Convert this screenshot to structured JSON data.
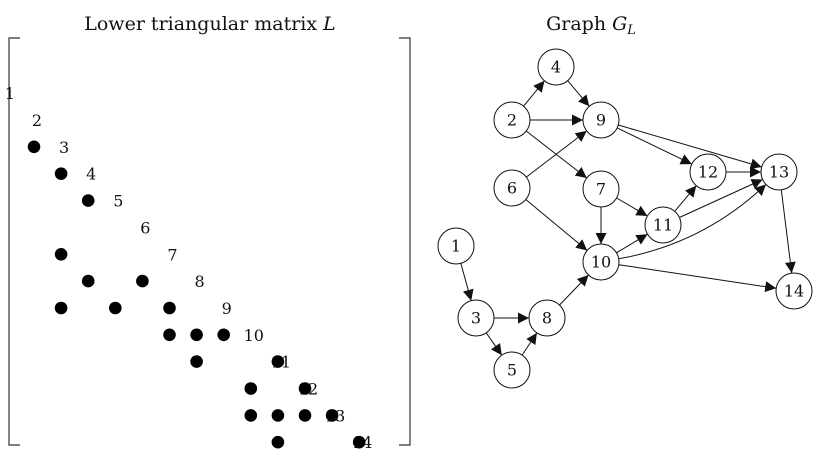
{
  "matrix_panel": {
    "title_prefix": "Lower triangular matrix ",
    "title_var": "L",
    "diagonal_labels": [
      "1",
      "2",
      "3",
      "4",
      "5",
      "6",
      "7",
      "8",
      "9",
      "10",
      "11",
      "12",
      "13",
      "14"
    ],
    "nonzeros": [
      {
        "row": 2,
        "col": 1
      },
      {
        "row": 3,
        "col": 2
      },
      {
        "row": 4,
        "col": 3
      },
      {
        "row": 6,
        "col": 2
      },
      {
        "row": 7,
        "col": 3
      },
      {
        "row": 7,
        "col": 5
      },
      {
        "row": 8,
        "col": 2
      },
      {
        "row": 8,
        "col": 4
      },
      {
        "row": 8,
        "col": 6
      },
      {
        "row": 9,
        "col": 6
      },
      {
        "row": 9,
        "col": 7
      },
      {
        "row": 9,
        "col": 8
      },
      {
        "row": 10,
        "col": 7
      },
      {
        "row": 10,
        "col": 10
      },
      {
        "row": 11,
        "col": 9
      },
      {
        "row": 11,
        "col": 11
      },
      {
        "row": 12,
        "col": 9
      },
      {
        "row": 12,
        "col": 10
      },
      {
        "row": 12,
        "col": 11
      },
      {
        "row": 12,
        "col": 12
      },
      {
        "row": 13,
        "col": 10
      },
      {
        "row": 13,
        "col": 13
      }
    ]
  },
  "graph_panel": {
    "title_prefix": "Graph ",
    "title_var": "G",
    "title_sub": "L",
    "nodes": [
      {
        "id": "1",
        "label": "1"
      },
      {
        "id": "2",
        "label": "2"
      },
      {
        "id": "3",
        "label": "3"
      },
      {
        "id": "4",
        "label": "4"
      },
      {
        "id": "5",
        "label": "5"
      },
      {
        "id": "6",
        "label": "6"
      },
      {
        "id": "7",
        "label": "7"
      },
      {
        "id": "8",
        "label": "8"
      },
      {
        "id": "9",
        "label": "9"
      },
      {
        "id": "10",
        "label": "10"
      },
      {
        "id": "11",
        "label": "11"
      },
      {
        "id": "12",
        "label": "12"
      },
      {
        "id": "13",
        "label": "13"
      },
      {
        "id": "14",
        "label": "14"
      }
    ],
    "edges": [
      {
        "from": "1",
        "to": "3"
      },
      {
        "from": "3",
        "to": "8"
      },
      {
        "from": "3",
        "to": "5"
      },
      {
        "from": "5",
        "to": "8"
      },
      {
        "from": "8",
        "to": "10"
      },
      {
        "from": "2",
        "to": "4"
      },
      {
        "from": "4",
        "to": "9"
      },
      {
        "from": "2",
        "to": "9"
      },
      {
        "from": "2",
        "to": "7"
      },
      {
        "from": "6",
        "to": "9"
      },
      {
        "from": "6",
        "to": "10"
      },
      {
        "from": "7",
        "to": "10"
      },
      {
        "from": "7",
        "to": "11"
      },
      {
        "from": "10",
        "to": "11"
      },
      {
        "from": "9",
        "to": "12"
      },
      {
        "from": "9",
        "to": "13"
      },
      {
        "from": "11",
        "to": "12"
      },
      {
        "from": "11",
        "to": "13"
      },
      {
        "from": "12",
        "to": "13"
      },
      {
        "from": "10",
        "to": "13",
        "curved": true
      },
      {
        "from": "10",
        "to": "14"
      },
      {
        "from": "13",
        "to": "14"
      }
    ]
  }
}
